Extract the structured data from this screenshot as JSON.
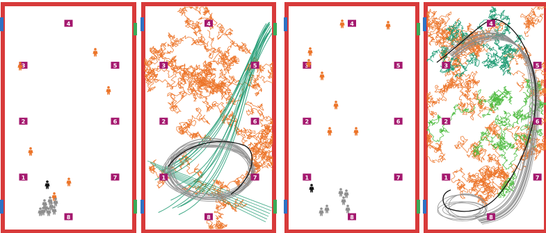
{
  "colors": {
    "frame": "#d83a3a",
    "box": "#a4186e",
    "box_label": "#ffffff",
    "agent_active": "#ec7428",
    "agent_waiting": "#8e8e8e",
    "agent_selected": "#111111",
    "trace_orange": "#ec7428",
    "trace_green_dark": "#1e9a72",
    "trace_green_light": "#4cba3e",
    "trace_gray": "#8e8e8e",
    "trace_black": "#111111",
    "side_blue": "#2e72c4",
    "side_green": "#3aaa58"
  },
  "icons": {
    "agent": "person-icon",
    "station": "station-box-icon"
  },
  "panels": [
    {
      "id": "panel-1",
      "kind": "snapshot",
      "stations": [
        "4",
        "3",
        "5",
        "2",
        "6",
        "1",
        "7",
        "8"
      ],
      "agents_active": 6,
      "agents_waiting": 9,
      "agents_selected": 1
    },
    {
      "id": "panel-2",
      "kind": "traces",
      "stations": [
        "4",
        "3",
        "5",
        "2",
        "6",
        "1",
        "7",
        "8"
      ],
      "trace_series": [
        "orange",
        "green_dark",
        "gray",
        "black"
      ]
    },
    {
      "id": "panel-3",
      "kind": "snapshot",
      "stations": [
        "4",
        "3",
        "5",
        "2",
        "6",
        "1",
        "7",
        "8"
      ],
      "agents_active": 8,
      "agents_waiting": 6,
      "agents_selected": 1
    },
    {
      "id": "panel-4",
      "kind": "traces",
      "stations": [
        "4",
        "3",
        "5",
        "2",
        "6",
        "1",
        "7",
        "8"
      ],
      "trace_series": [
        "orange",
        "green_dark",
        "green_light",
        "gray",
        "black"
      ]
    }
  ]
}
